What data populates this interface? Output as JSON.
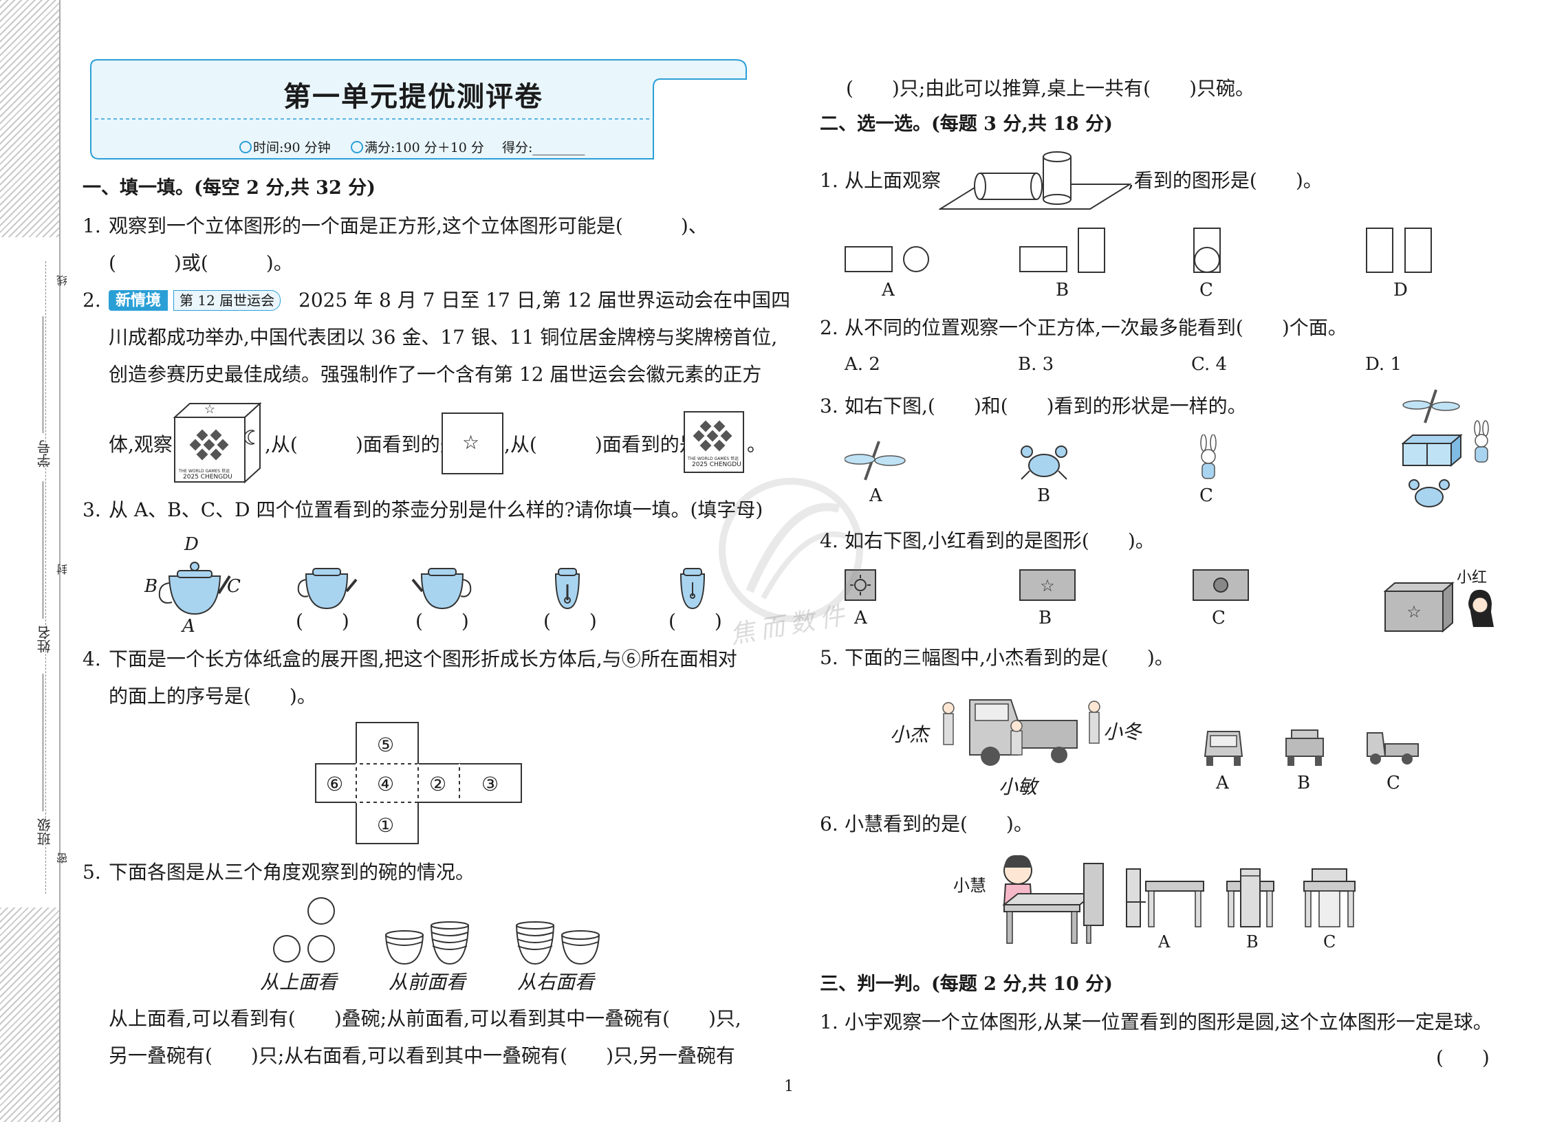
{
  "title": "第一单元提优测评卷",
  "info": {
    "time": "时间:90 分钟",
    "full": "满分:100 分＋10 分",
    "score": "得分:________"
  },
  "sidebar": {
    "class": "班级",
    "name": "姓名",
    "id": "学号",
    "line": "线",
    "seal": "封",
    "bind": "密"
  },
  "page_number": "1",
  "watermark": "焦而数件",
  "sec1": {
    "header": "一、填一填。(每空 2 分,共 32 分)",
    "q1": {
      "num": "1.",
      "l1": "观察到一个立体图形的一个面是正方形,这个立体图形可能是(　　　)、",
      "l2": "(　　　)或(　　　)。"
    },
    "q2": {
      "num": "2.",
      "tag1": "新情境",
      "tag2": "第 12 届世运会",
      "l1": "2025 年 8 月 7 日至 17 日,第 12 届世界运动会在中国四",
      "l2": "川成都成功举办,中国代表团以 36 金、17 银、11 铜位居金牌榜与奖牌榜首位,",
      "l3": "创造参赛历史最佳成绩。强强制作了一个含有第 12 届世运会会徽元素的正方",
      "l4a": "体,观察",
      "l4b": ",从(　　　)面看到的是",
      "l4c": ",从(　　　)面看到的是",
      "l4d": "。",
      "logo_text1": "THE WORLD GAMES 世运",
      "logo_text2": "2025 CHENGDU"
    },
    "q3": {
      "num": "3.",
      "text": "从 A、B、C、D 四个位置看到的茶壶分别是什么样的?请你填一填。(填字母)",
      "labels": {
        "D": "D",
        "B": "B",
        "C": "C",
        "A": "A"
      },
      "blank": "(　　)"
    },
    "q4": {
      "num": "4.",
      "l1": "下面是一个长方体纸盒的展开图,把这个图形折成长方体后,与⑥所在面相对",
      "l2": "的面上的序号是(　　)。",
      "faces": [
        "⑤",
        "⑥",
        "④",
        "②",
        "③",
        "①"
      ]
    },
    "q5": {
      "num": "5.",
      "text": "下面各图是从三个角度观察到的碗的情况。",
      "captions": [
        "从上面看",
        "从前面看",
        "从右面看"
      ],
      "l1": "从上面看,可以看到有(　　)叠碗;从前面看,可以看到其中一叠碗有(　　)只,",
      "l2": "另一叠碗有(　　)只;从右面看,可以看到其中一叠碗有(　　)只,另一叠碗有"
    }
  },
  "right": {
    "cont": "(　　)只;由此可以推算,桌上一共有(　　)只碗。",
    "sec2": {
      "header": "二、选一选。(每题 3 分,共 18 分)",
      "q1": {
        "num": "1.",
        "a": "从上面观察",
        "b": ",看到的图形是(　　)。",
        "opts": [
          "A",
          "B",
          "C",
          "D"
        ]
      },
      "q2": {
        "num": "2.",
        "text": "从不同的位置观察一个正方体,一次最多能看到(　　)个面。",
        "opts": [
          "A. 2",
          "B. 3",
          "C. 4",
          "D. 1"
        ]
      },
      "q3": {
        "num": "3.",
        "text": "如右下图,(　　)和(　　)看到的形状是一样的。",
        "opts": [
          "A",
          "B",
          "C"
        ]
      },
      "q4": {
        "num": "4.",
        "text": "如右下图,小红看到的是图形(　　)。",
        "opts": [
          "A",
          "B",
          "C"
        ],
        "girl": "小红"
      },
      "q5": {
        "num": "5.",
        "text": "下面的三幅图中,小杰看到的是(　　)。",
        "names": [
          "小杰",
          "小冬",
          "小敏"
        ],
        "opts": [
          "A",
          "B",
          "C"
        ]
      },
      "q6": {
        "num": "6.",
        "text": "小慧看到的是(　　)。",
        "name": "小慧",
        "opts": [
          "A",
          "B",
          "C"
        ]
      }
    },
    "sec3": {
      "header": "三、判一判。(每题 2 分,共 10 分)",
      "q1": {
        "num": "1.",
        "text": "小宇观察一个立体图形,从某一位置看到的图形是圆,这个立体图形一定是球。",
        "blank": "(　　)"
      }
    }
  },
  "colors": {
    "accent": "#2a9fd6",
    "title_bg": "#e9f6fc"
  }
}
